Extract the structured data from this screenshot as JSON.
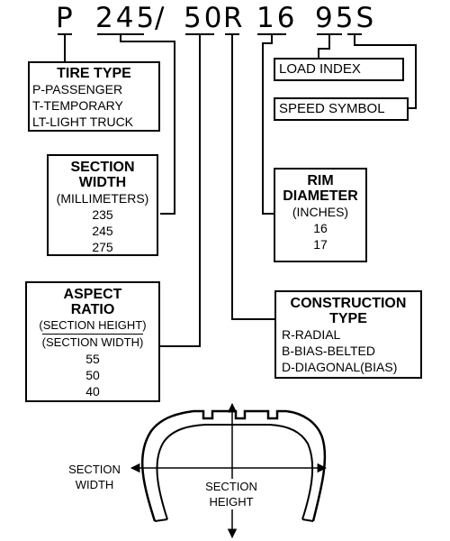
{
  "code": {
    "prefix": "P",
    "width": "245",
    "slash": "/",
    "ratio": "50",
    "construction": "R",
    "rim": "16",
    "service": "95S"
  },
  "tire_type": {
    "title": "TIRE TYPE",
    "lines": [
      "P-PASSENGER",
      "T-TEMPORARY",
      "LT-LIGHT TRUCK"
    ]
  },
  "section_width": {
    "title_1": "SECTION",
    "title_2": "WIDTH",
    "unit": "(MILLIMETERS)",
    "values": [
      "235",
      "245",
      "275"
    ]
  },
  "aspect_ratio": {
    "title_1": "ASPECT",
    "title_2": "RATIO",
    "numerator": "(SECTION HEIGHT)",
    "denominator": "(SECTION WIDTH)",
    "values": [
      "55",
      "50",
      "40"
    ]
  },
  "load_index": {
    "label": "LOAD INDEX"
  },
  "speed_symbol": {
    "label": "SPEED SYMBOL"
  },
  "rim_diameter": {
    "title_1": "RIM",
    "title_2": "DIAMETER",
    "unit": "(INCHES)",
    "values": [
      "16",
      "17"
    ]
  },
  "construction_type": {
    "title_1": "CONSTRUCTION",
    "title_2": "TYPE",
    "lines": [
      "R-RADIAL",
      "B-BIAS-BELTED",
      "D-DIAGONAL(BIAS)"
    ]
  },
  "tire_diagram": {
    "width_label_1": "SECTION",
    "width_label_2": "WIDTH",
    "height_label_1": "SECTION",
    "height_label_2": "HEIGHT"
  }
}
